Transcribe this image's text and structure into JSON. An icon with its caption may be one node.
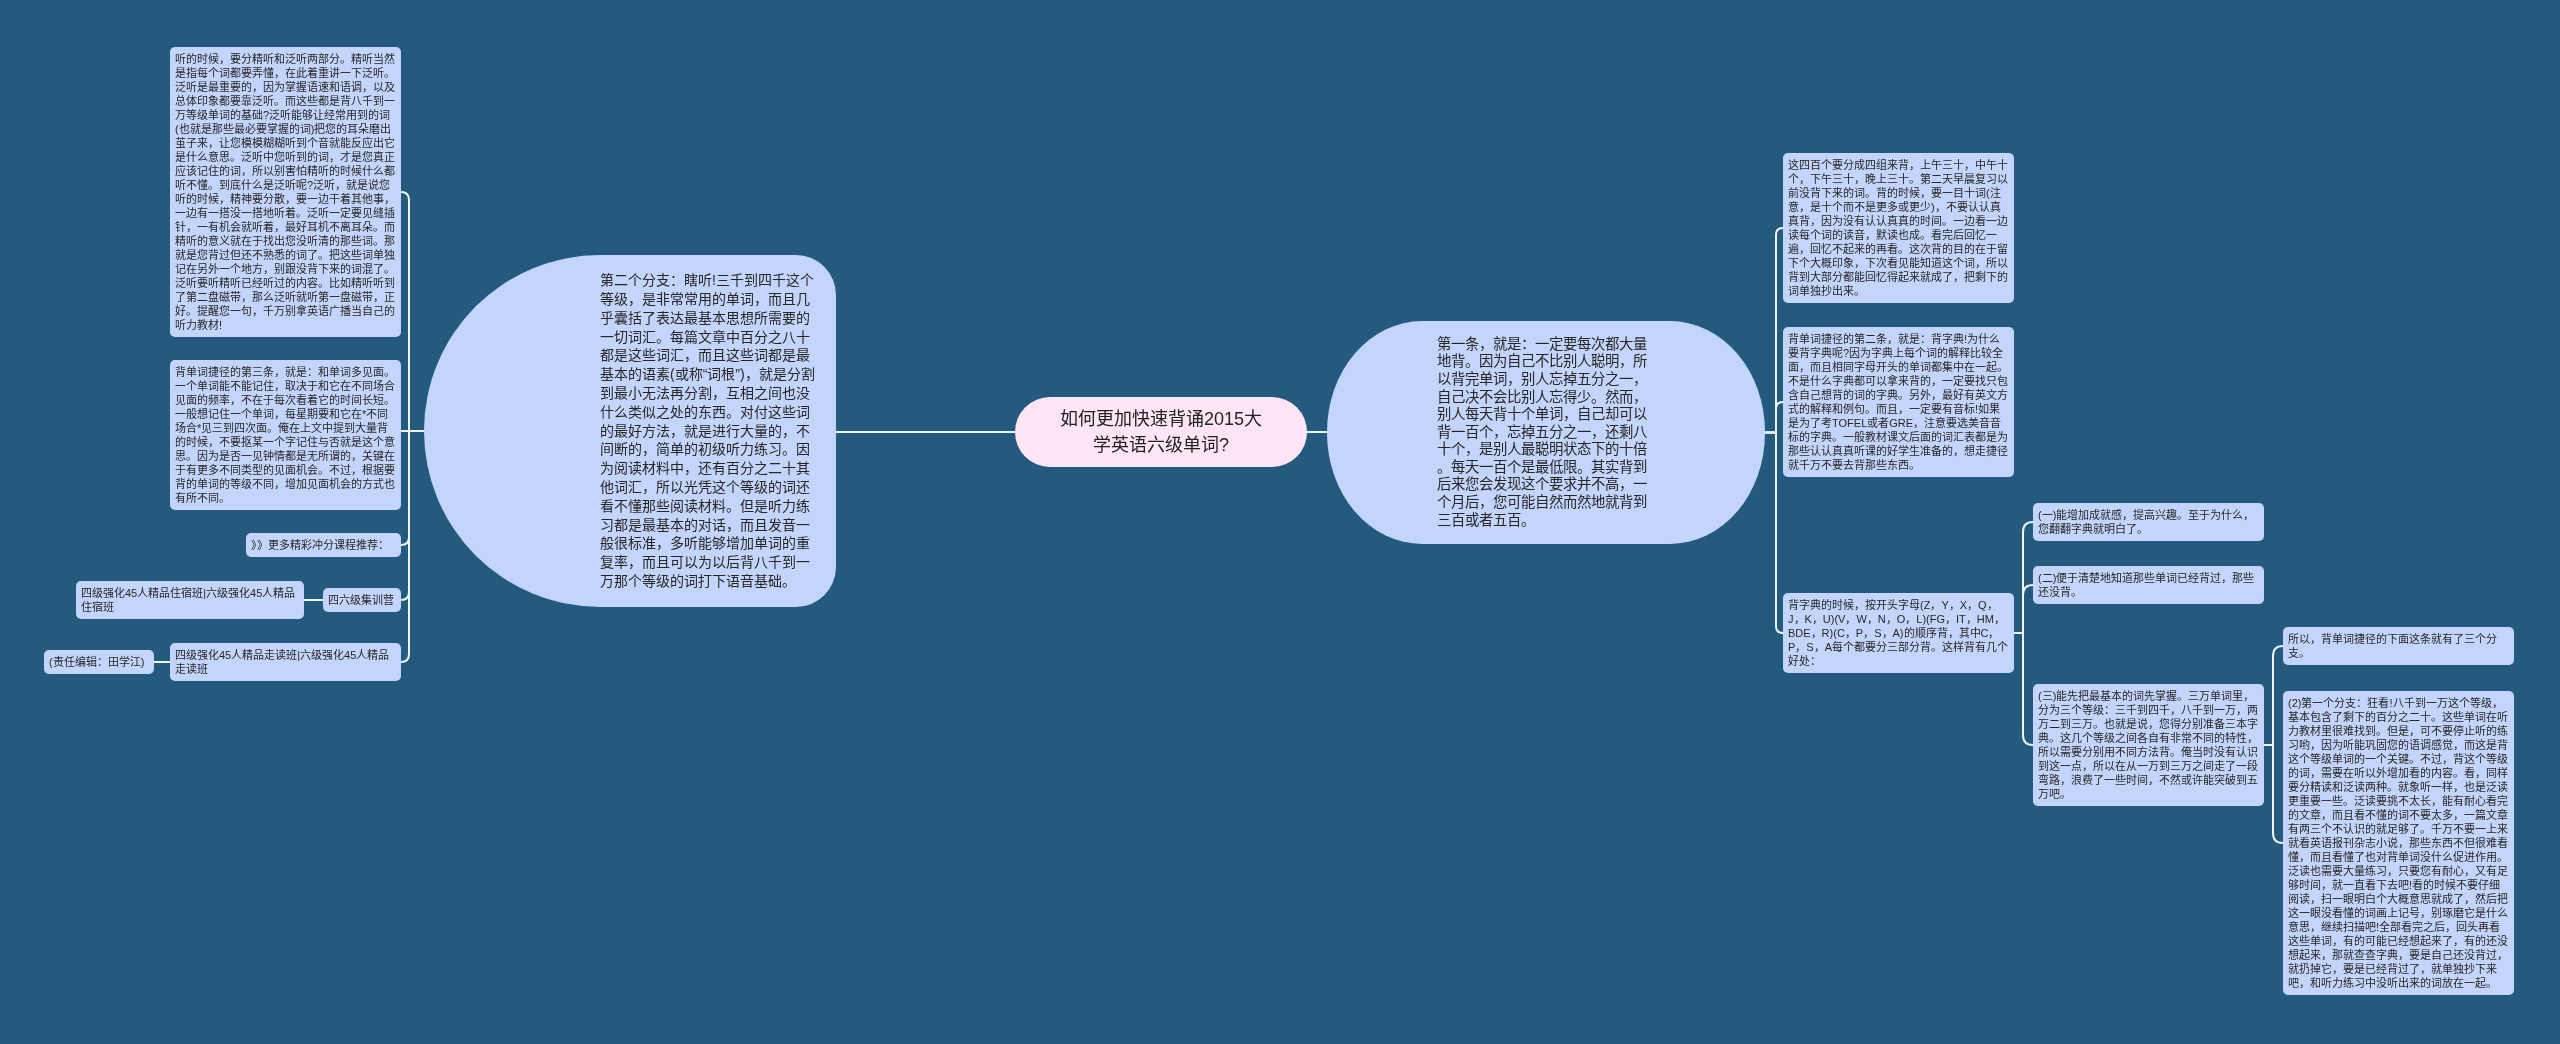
{
  "diagram": {
    "nodes": [
      {
        "text": [
          "如何更加快速背诵2015大学英语六级单词?"
        ]
      },
      {
        "text": [
          "第一条，就是：一定要每次都大量地背。因为自己不比别人聪明，所以背完单词，别人忘掉五分之一，自己决不会比别人忘得少。然而，别人每天背十个单词，自己却可以背一百个，忘掉五分之一，还剩八十个，是别人最聪明状态下的十倍。每天一百个是最低限。其实背到后来您会发现这个要求并不高，一个月后，您可能自然而然地就背到三百或者五百。"
        ]
      },
      {
        "text": [
          "这四百个要分成四组来背，上午三十，中午十个，下午三十，晚上三十。第二天早晨复习以前没背下来的词。背的时候，要一目十词(注意，是十个而不是更多或更少)，不要认认真真背，因为没有认认真真的时间。一边看一边读每个词的读音，默读也成。看完后回忆一遍，回忆不起来的再看。这次背的目的在于留下个大概印象，下次看见能知道这个词，所以背到大部分都能回忆得起来就成了，把剩下的词单独抄出来。"
        ]
      },
      {
        "text": [
          "背单词捷径的第二条，就是：背字典!为什么要背字典呢?因为字典上每个词的解释比较全面，而且相同字母开头的单词都集中在一起。不是什么字典都可以拿来背的，一定要找只包含自己想背的词的字典。另外，最好有英文方式的解释和例句。而且，一定要有音标!如果是为了考TOFEL或者GRE，注意要选美音音标的字典。一般教材课文后面的词汇表都是为那些认认真真听课的好学生准备的，想走捷径就千万不要去背那些东西。"
        ]
      },
      {
        "text": [
          "背字典的时候，按开头字母(Z，Y，X，Q，J，K，U)(V，W，N，O，L)(FG，IT，HM，BDE，R)(C，P，S，A)的顺序背，其中C，P，S，A每个都要分三部分背。这样背有几个好处："
        ]
      },
      {
        "text": [
          "(一)能增加成就感，提高兴趣。至于为什么，您翻翻字典就明白了。"
        ]
      },
      {
        "text": [
          "(二)便于清楚地知道那些单词已经背过，那些还没背。"
        ]
      },
      {
        "text": [
          "(三)能先把最基本的词先掌握。三万单词里，分为三个等级：三千到四千，八千到一万，两万二到三万。也就是说，您得分别准备三本字典。这几个等级之间各自有非常不同的特性，所以需要分别用不同方法背。俺当时没有认识到这一点，所以在从一万到三万之间走了一段弯路，浪费了一些时间，不然或许能突破到五万吧。"
        ]
      },
      {
        "text": [
          "所以，背单词捷径的下面这条就有了三个分支。"
        ]
      },
      {
        "text": [
          "(2)第一个分支：狂看!八千到一万这个等级，基本包含了剩下的百分之二十。这些单词在听力教材里很难找到。但是，可不要停止听的练习哟，因为听能巩固您的语调感觉，而这是背这个等级单词的一个关键。不过，背这个等级的词，需要在听以外增加看的内容。看，同样要分精读和泛读两种。就象听一样，也是泛读更重要一些。泛读要挑不太长，能有耐心看完的文章，而且看不懂的词不要太多，一篇文章有两三个不认识的就足够了。千万不要一上来就看英语报刊杂志小说，那些东西不但很难看懂，而且看懂了也对背单词没什么促进作用。泛读也需要大量练习，只要您有耐心，又有足够时间，就一直看下去吧!看的时候不要仔细阅读，扫一眼明白个大概意思就成了，然后把这一眼没看懂的词画上记号，别琢磨它是什么意思，继续扫描吧!全部看完之后，回头再看这些单词，有的可能已经想起来了，有的还没想起来，那就查查字典，要是自己还没背过，就扔掉它，要是已经背过了，就单独抄下来吧，和听力练习中没听出来的词放在一起。"
        ]
      },
      {
        "text": [
          "第二个分支：瞎听!三千到四千这个等级，是非常常用的单词，而且几乎囊括了表达最基本思想所需要的一切词汇。每篇文章中百分之八十都是这些词汇，而且这些词都是最基本的语素(或称“词根”)，就是分割到最小无法再分割，互相之间也没什么类似之处的东西。对付这些词的最好方法，就是进行大量的，不间断的，简单的初级听力练习。因为阅读材料中，还有百分之二十其他词汇，所以光凭这个等级的词还看不懂那些阅读材料。但是听力练习都是最基本的对话，而且发音一般很标准，多听能够增加单词的重复率，而且可以为以后背八千到一万那个等级的词打下语音基础。"
        ]
      },
      {
        "text": [
          "听的时候，要分精听和泛听两部分。精听当然是指每个词都要弄懂，在此着重讲一下泛听。泛听是最重要的，因为掌握语速和语调，以及总体印象都要靠泛听。而这些都是背八千到一万等级单词的基础?泛听能够让经常用到的词(也就是那些最必要掌握的词)把您的耳朵磨出茧子来，让您模模糊糊听到个音就能反应出它是什么意思。泛听中您听到的词，才是您真正应该记住的词，所以别害怕精听的时候什么都听不懂。到底什么是泛听呢?泛听，就是说您听的时候，精神要分散，要一边干着其他事，一边有一搭没一搭地听着。泛听一定要见缝插针，一有机会就听着，最好耳机不离耳朵。而精听的意义就在于找出您没听清的那些词。那就是您背过但还不熟悉的词了。把这些词单独记在另外一个地方，别跟没背下来的词混了。泛听要听精听已经听过的内容。比如精听听到了第二盘磁带，那么泛听就听第一盘磁带，正好。提醒您一句，千万别拿英语广播当自己的听力教材!"
        ]
      },
      {
        "text": [
          "背单词捷径的第三条，就是：和单词多见面。一个单词能不能记住，取决于和它在不同场合见面的频率，不在于每次看着它的时间长短。一般想记住一个单词，每星期要和它在*不同场合*见三到四次面。俺在上文中提到大量背的时候，不要抠某一个字记住与否就是这个意思。因为是否一见钟情都是无所谓的，关键在于有更多不同类型的见面机会。不过，根据要背的单词的等级不同，增加见面机会的方式也有所不同。"
        ]
      },
      {
        "text": [
          "》》更多精彩冲分课程推荐："
        ]
      },
      {
        "text": [
          "四六级集训营"
        ]
      },
      {
        "text": [
          "四级强化45人精品住宿班|六级强化45人精品住宿班"
        ]
      },
      {
        "text": [
          "四级强化45人精品走读班|六级强化45人精品走读班"
        ]
      },
      {
        "text": [
          "(责任编辑：田学江)"
        ]
      }
    ],
    "edges": [
      {
        "from": 0,
        "to": 1,
        "arrow": "none"
      },
      {
        "from": 1,
        "to": 2,
        "arrow": "none"
      },
      {
        "from": 1,
        "to": 3,
        "arrow": "none"
      },
      {
        "from": 1,
        "to": 4,
        "arrow": "none"
      },
      {
        "from": 4,
        "to": 5,
        "arrow": "none"
      },
      {
        "from": 4,
        "to": 6,
        "arrow": "none"
      },
      {
        "from": 4,
        "to": 7,
        "arrow": "none"
      },
      {
        "from": 7,
        "to": 8,
        "arrow": "none"
      },
      {
        "from": 7,
        "to": 9,
        "arrow": "none"
      },
      {
        "from": 0,
        "to": 10,
        "arrow": "none"
      },
      {
        "from": 10,
        "to": 11,
        "arrow": "none"
      },
      {
        "from": 10,
        "to": 12,
        "arrow": "none"
      },
      {
        "from": 10,
        "to": 13,
        "arrow": "none"
      },
      {
        "from": 10,
        "to": 14,
        "arrow": "none"
      },
      {
        "from": 14,
        "to": 15,
        "arrow": "none"
      },
      {
        "from": 10,
        "to": 16,
        "arrow": "none"
      },
      {
        "from": 16,
        "to": 17,
        "arrow": "none"
      }
    ]
  }
}
